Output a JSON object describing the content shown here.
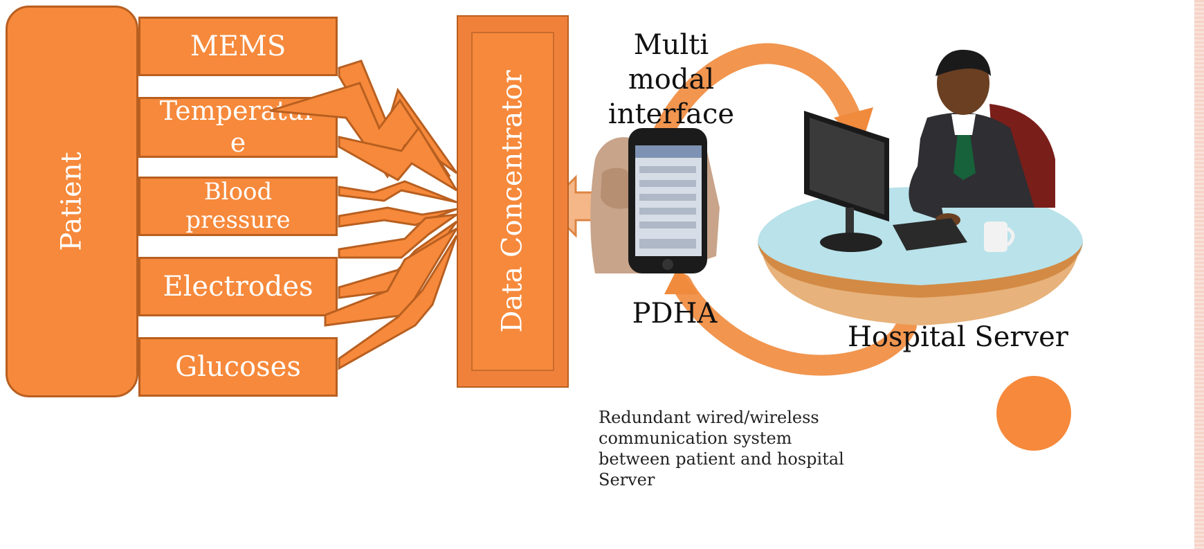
{
  "diagram": {
    "patient_label": "Patient",
    "sensors": [
      "MEMS",
      "Temperatur\ne",
      "Blood\npressure",
      "Electrodes",
      "Glucoses"
    ],
    "concentrator_label": "Data Concentrator",
    "phone_label": "Multi\nmodal\ninterface",
    "phone_caption": "PDHA",
    "server_label": "Hospital Server",
    "caption": "Redundant wired/wireless\ncommunication system\nbetween patient and hospital\nServer"
  },
  "colors": {
    "accent": "#f6893b",
    "border": "#b85f20",
    "arrow": "#f08a3c",
    "text": "#111111"
  },
  "icons": [
    "smartphone-in-hand-icon",
    "hospital-worker-computer-icon",
    "double-arrow-icon",
    "lightning-arrow-icon",
    "cycle-arrow-icon"
  ]
}
